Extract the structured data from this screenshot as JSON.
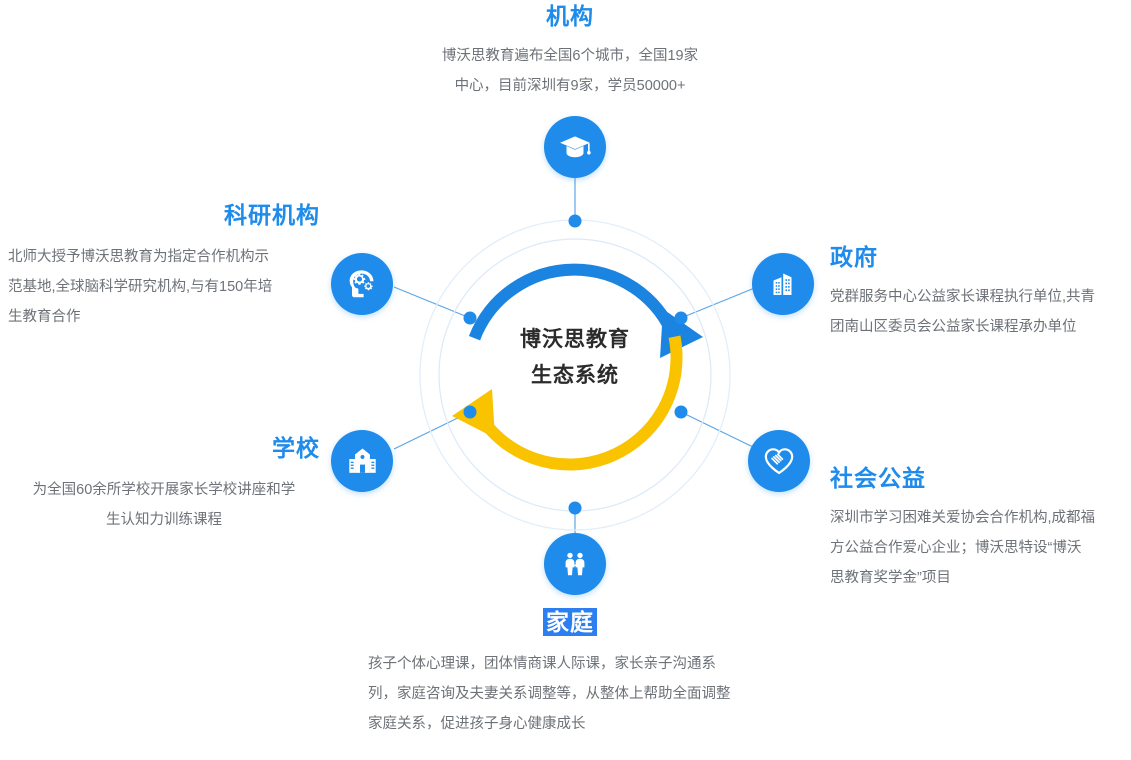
{
  "center": {
    "line1": "博沃思教育",
    "line2": "生态系统"
  },
  "colors": {
    "accent_blue": "#1f8bea",
    "title_blue": "#1f8bea",
    "arrow_blue": "#1b84e0",
    "arrow_yellow": "#fac300",
    "body_text": "#6d7278",
    "center_text": "#2b2b2b",
    "ring_line": "#d7e6f6",
    "selection_blue": "#2b7ff0"
  },
  "nodes": [
    {
      "id": "organization",
      "title": "机构",
      "icon": "graduation-cap-icon",
      "selected": false,
      "desc_lines": [
        "博沃思教育遍布全国6个城市，全国19家",
        "中心，目前深圳有9家，学员50000+"
      ]
    },
    {
      "id": "research",
      "title": "科研机构",
      "icon": "brain-gears-icon",
      "selected": false,
      "desc_lines": [
        "北师大授予博沃思教育为指定合作机构示",
        "范基地,全球脑科学研究机构,与有150年培",
        "生教育合作"
      ]
    },
    {
      "id": "government",
      "title": "政府",
      "icon": "government-building-icon",
      "selected": false,
      "desc_lines": [
        "党群服务中心公益家长课程执行单位,共青",
        "团南山区委员会公益家长课程承办单位"
      ]
    },
    {
      "id": "school",
      "title": "学校",
      "icon": "school-building-icon",
      "selected": false,
      "desc_lines": [
        "为全国60余所学校开展家长学校讲座和学",
        "生认知力训练课程"
      ]
    },
    {
      "id": "welfare",
      "title": "社会公益",
      "icon": "heart-handshake-icon",
      "selected": false,
      "desc_lines": [
        "深圳市学习困难关爱协会合作机构,成都福",
        "方公益合作爱心企业；博沃思特设“博沃",
        "思教育奖学金”项目"
      ]
    },
    {
      "id": "family",
      "title": "家庭",
      "icon": "two-people-icon",
      "selected": true,
      "desc_lines": [
        "孩子个体心理课，团体情商课人际课，家长亲子沟通系",
        "列，家庭咨询及夫妻关系调整等，从整体上帮助全面调整",
        "家庭关系，促进孩子身心健康成长"
      ]
    }
  ]
}
